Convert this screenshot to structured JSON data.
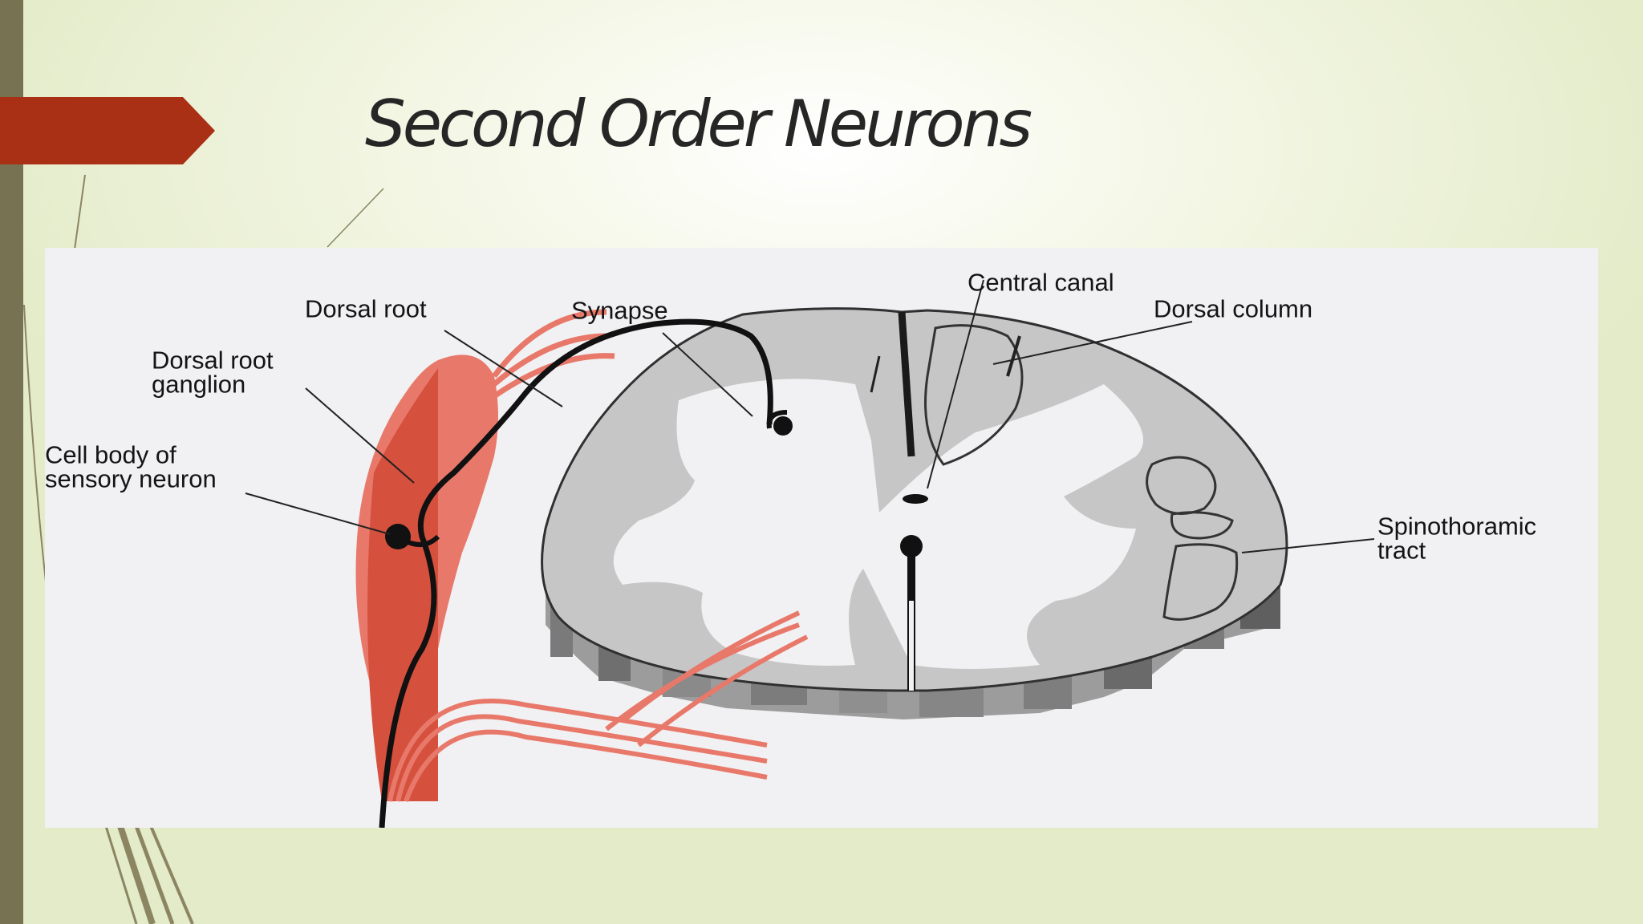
{
  "slide": {
    "title": "Second Order Neurons",
    "colors": {
      "banner": "#a92f15",
      "sidebar": "#777251",
      "background": "#eef2d8",
      "nerve": "#e8796a",
      "cord_gray": "#c6c6c6"
    }
  },
  "diagram": {
    "labels": {
      "central_canal": "Central canal",
      "dorsal_root": "Dorsal root",
      "synapse": "Synapse",
      "dorsal_column": "Dorsal column",
      "dorsal_root_ganglion": [
        "Dorsal root",
        "ganglion"
      ],
      "cell_body": [
        "Cell body of",
        "sensory neuron"
      ],
      "spinothoramic_tract": [
        "Spinothoramic",
        "tract"
      ]
    }
  }
}
